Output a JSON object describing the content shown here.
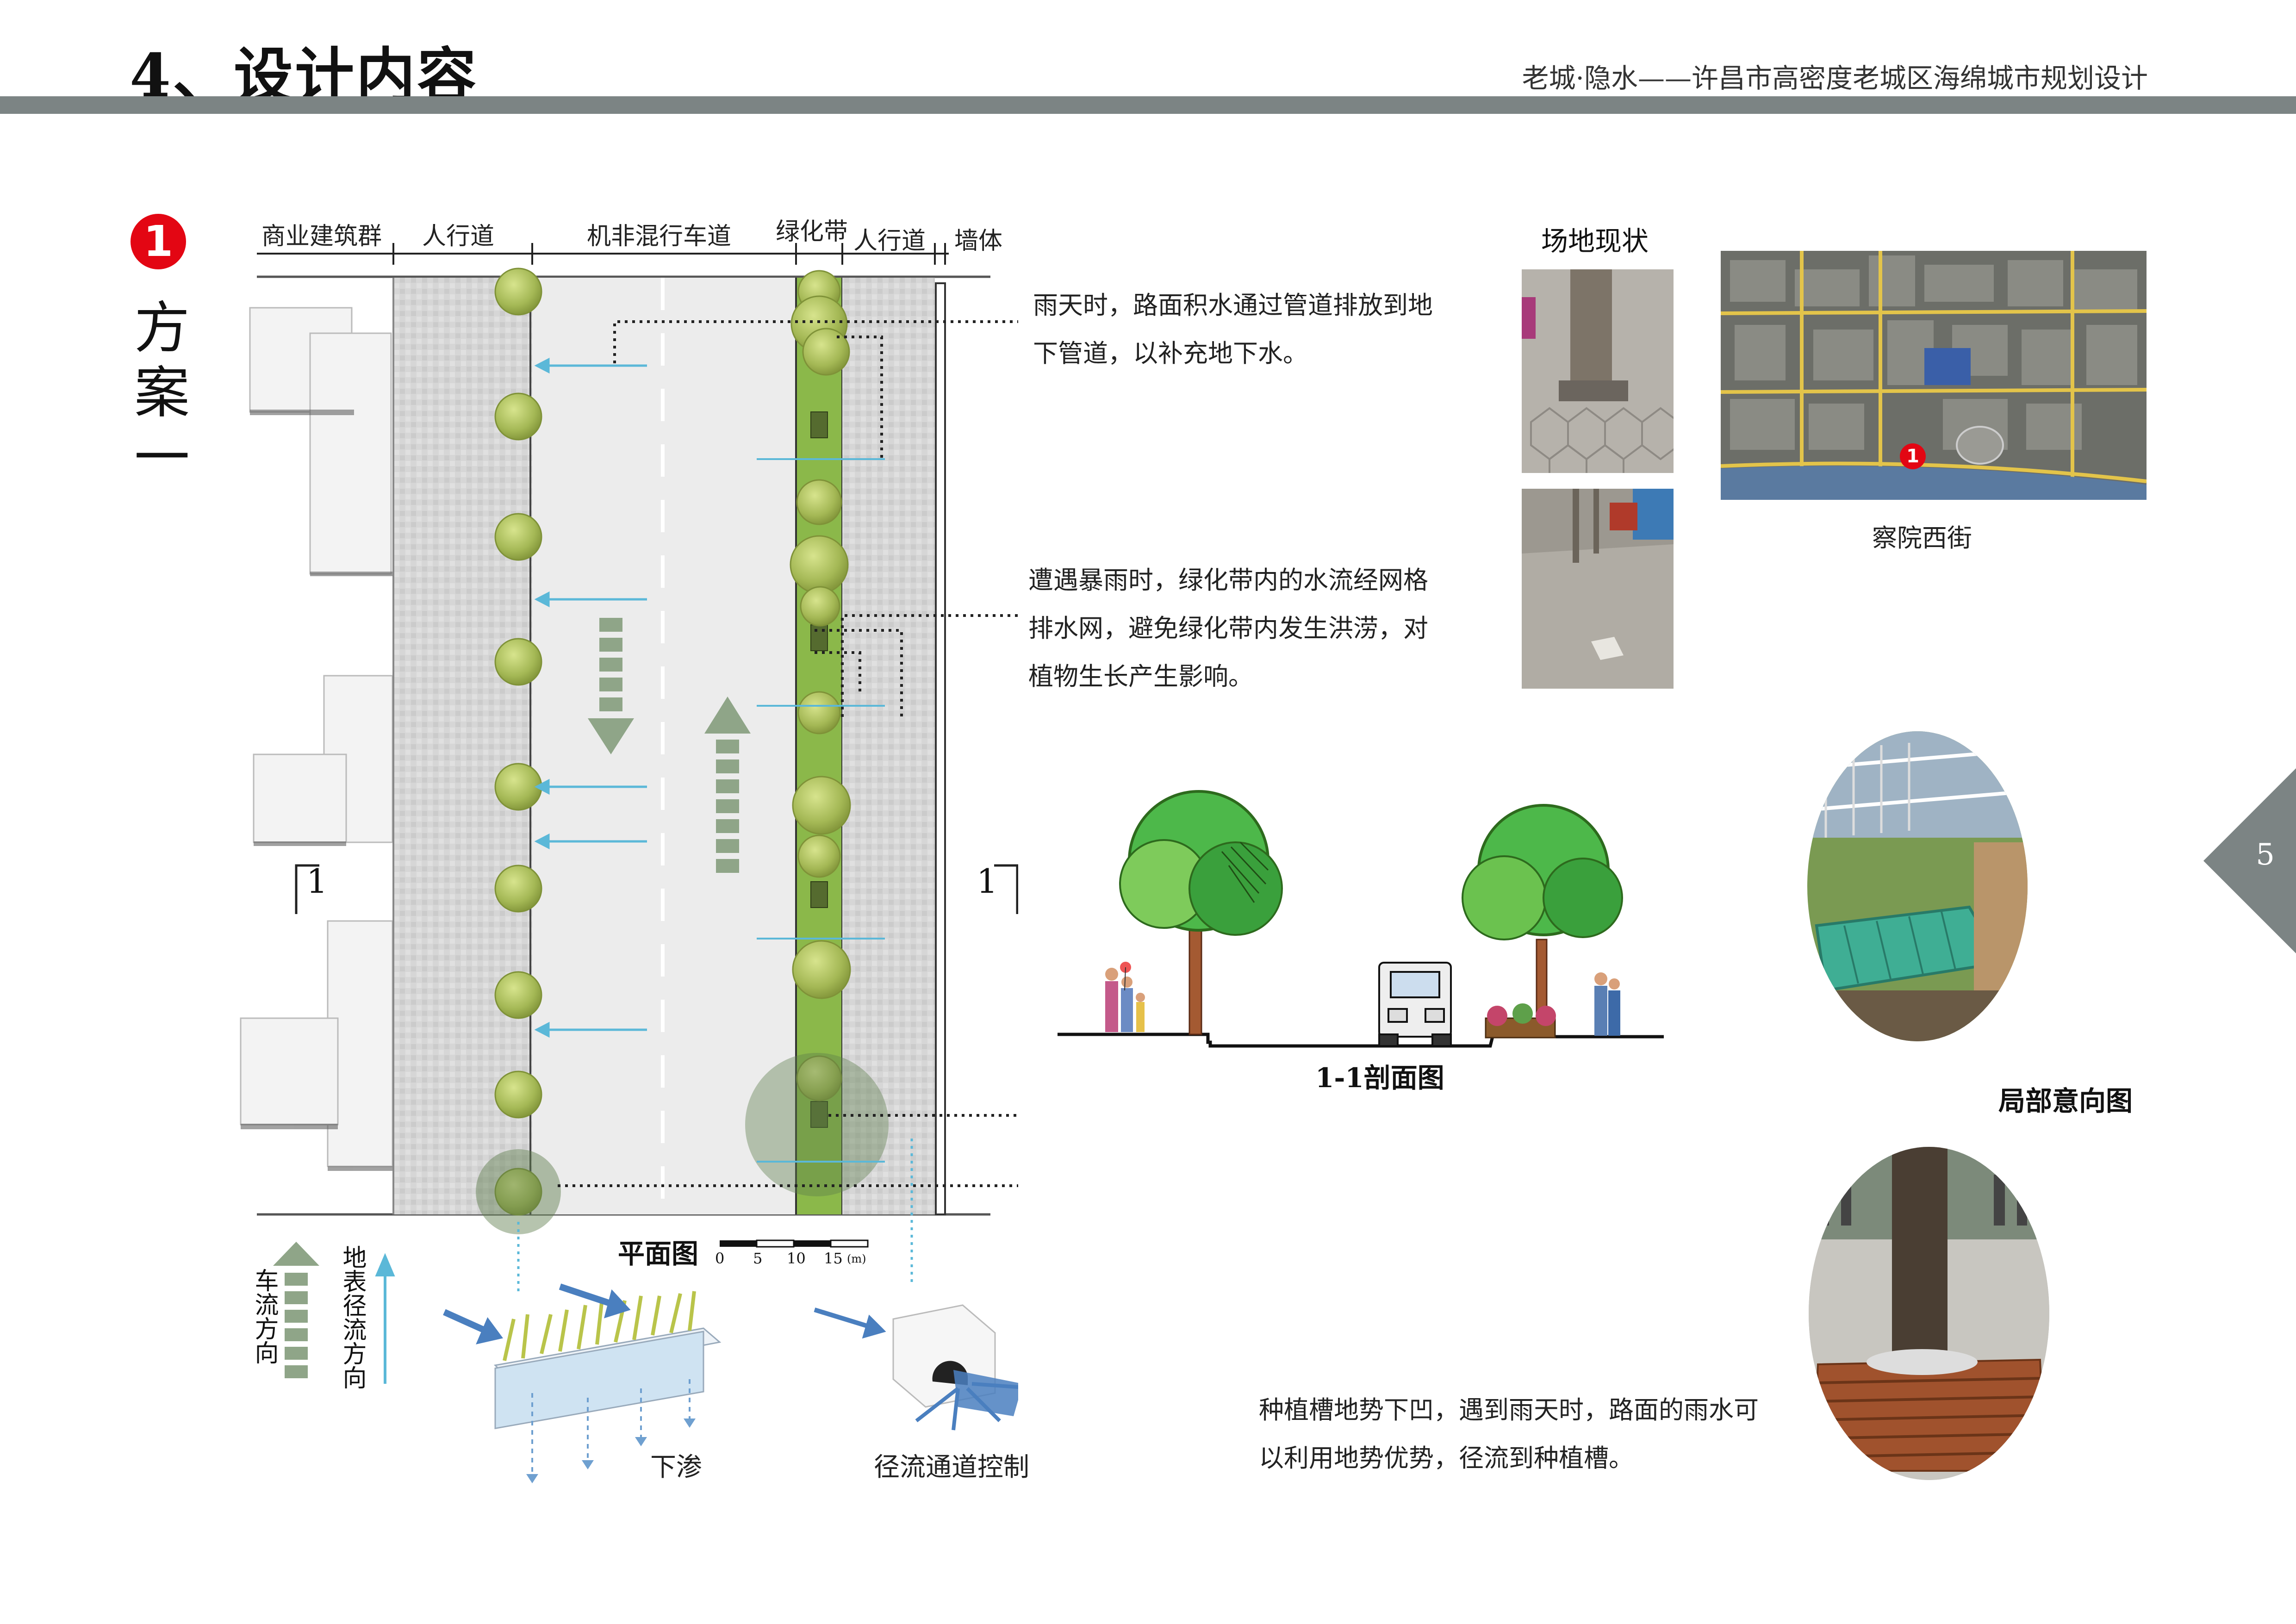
{
  "header": {
    "title": "4、设计内容",
    "subtitle": "老城·隐水——许昌市高密度老城区海绵城市规划设计"
  },
  "scheme": {
    "number": "1",
    "title": "方案一"
  },
  "plan": {
    "zones": [
      "商业建筑群",
      "人行道",
      "机非混行车道",
      "绿化带",
      "人行道",
      "墙体"
    ],
    "section_marker": "1",
    "title": "平面图",
    "scale_ticks": [
      "0",
      "5",
      "10",
      "15"
    ],
    "scale_unit": "(m)"
  },
  "legend": {
    "traffic": "车流方向",
    "runoff": "地表径流方向"
  },
  "notes": {
    "rain": "雨天时，路面积水通过管道排放到地下管道，以补充地下水。",
    "storm": "遭遇暴雨时，绿化带内的水流经网格排水网，避免绿化带内发生洪涝，对植物生长产生影响。",
    "planter": "种植槽地势下凹，遇到雨天时，路面的雨水可以利用地势优势，径流到种植槽。"
  },
  "details": {
    "infiltration": "下渗",
    "runoff_control": "径流通道控制"
  },
  "section": {
    "title": "1-1剖面图"
  },
  "site": {
    "title": "场地现状",
    "map_caption": "察院西街",
    "map_marker": "1"
  },
  "intent": {
    "title": "局部意向图"
  },
  "page": {
    "number": "5"
  },
  "colors": {
    "header_bar": "#7c8484",
    "accent_red": "#e30613",
    "tree_green": "#a8bc5a",
    "arrow_blue": "#5bb8d8",
    "traffic_arrow": "#8fa588",
    "greenbelt": "#8bb84a"
  }
}
